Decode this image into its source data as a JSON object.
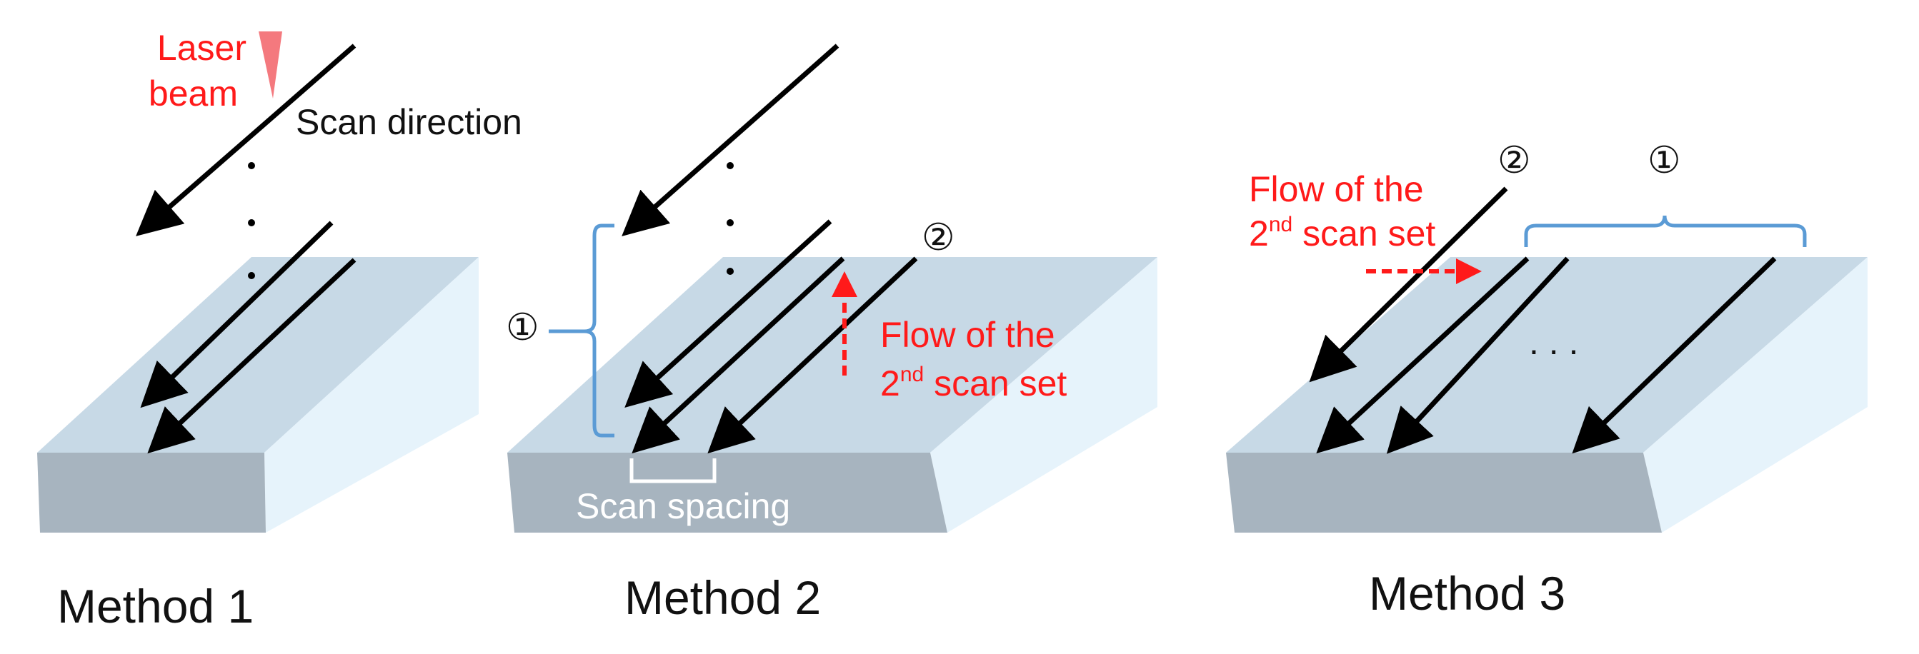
{
  "colors": {
    "block_top": "#c7d9e6",
    "block_front": "#a7b4bf",
    "block_side": "#e6f3fb",
    "scan_line": "#000000",
    "annotation_red": "#ff1a1a",
    "bracket_blue": "#5b9bd5",
    "laser_pink": "#f4797e"
  },
  "method1": {
    "caption": "Method 1",
    "laser_label_line1": "Laser",
    "laser_label_line2": "beam",
    "scan_direction": "Scan direction"
  },
  "method2": {
    "caption": "Method 2",
    "set1_marker": "①",
    "set2_marker": "②",
    "flow_line1": "Flow of the",
    "flow_line2_num": "2",
    "flow_line2_sup": "nd",
    "flow_line2_rest": " scan set",
    "scan_spacing": "Scan spacing"
  },
  "method3": {
    "caption": "Method 3",
    "set2_marker": "②",
    "set1_marker": "①",
    "flow_line1": "Flow of the",
    "flow_line2_num": "2",
    "flow_line2_sup": "nd",
    "flow_line2_rest": " scan set",
    "ellipsis": ". . ."
  }
}
